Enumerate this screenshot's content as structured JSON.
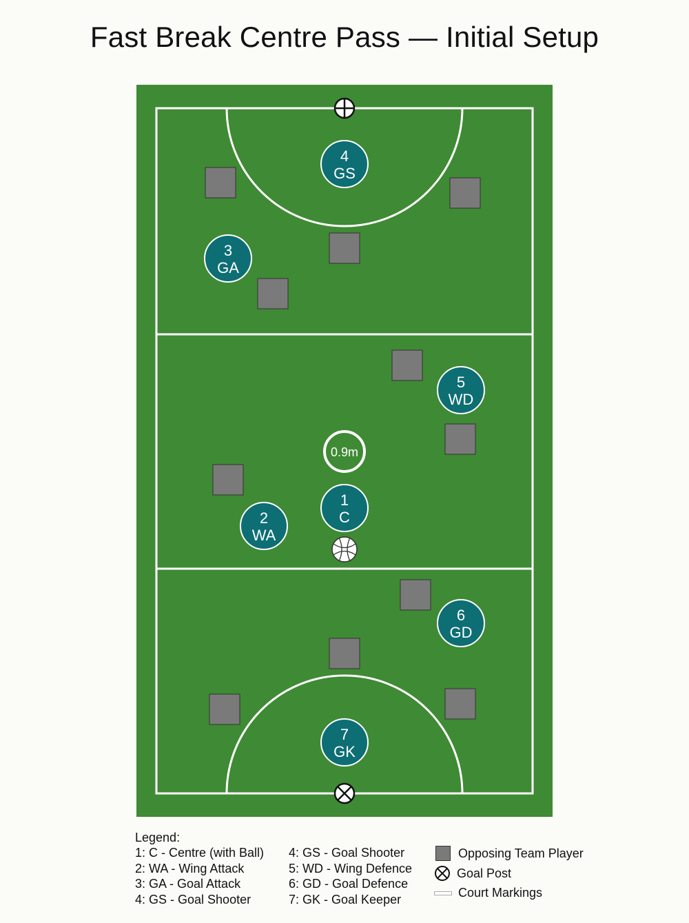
{
  "title": "Fast Break Centre Pass — Initial Setup",
  "colors": {
    "court": "#3f8a34",
    "lines": "#ffffff",
    "player_fill": "#0d6e74",
    "opponent_fill": "#7a7a7a"
  },
  "court": {
    "centre_circle_label": "0.9m"
  },
  "players": [
    {
      "number": "1",
      "position": "C"
    },
    {
      "number": "2",
      "position": "WA"
    },
    {
      "number": "3",
      "position": "GA"
    },
    {
      "number": "4",
      "position": "GS"
    },
    {
      "number": "5",
      "position": "WD"
    },
    {
      "number": "6",
      "position": "GD"
    },
    {
      "number": "7",
      "position": "GK"
    }
  ],
  "opponent_count": 11,
  "legend": {
    "heading": "Legend:",
    "column1": [
      "1: C - Centre (with Ball)",
      "2: WA - Wing Attack",
      "3: GA - Goal Attack",
      "4: GS - Goal Shooter"
    ],
    "column2": [
      "4: GS - Goal Shooter",
      "5: WD - Wing Defence",
      "6: GD - Goal Defence",
      "7: GK - Goal Keeper"
    ],
    "symbols": {
      "opponent": "Opposing Team Player",
      "goal_post": "Goal Post",
      "court_markings": "Court Markings"
    }
  }
}
